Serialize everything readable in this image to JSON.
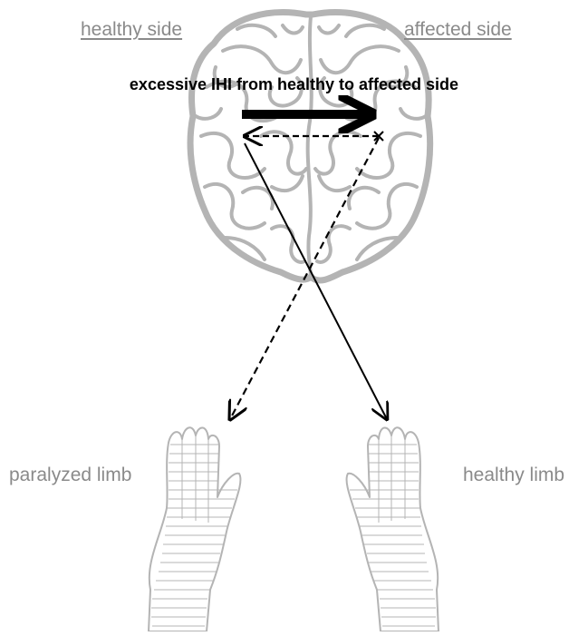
{
  "labels": {
    "healthy_side": "healthy side",
    "affected_side": "affected side",
    "ihi": "excessive IHI from healthy to affected side",
    "paralyzed_limb": "paralyzed limb",
    "healthy_limb": "healthy limb"
  },
  "colors": {
    "drawing": "#b4b4b4",
    "label_gray": "#8a8a8a",
    "arrow": "#000000"
  },
  "icons": {
    "brain": "brain-icon",
    "left_hand": "left-hand-icon",
    "right_hand": "right-hand-icon"
  }
}
